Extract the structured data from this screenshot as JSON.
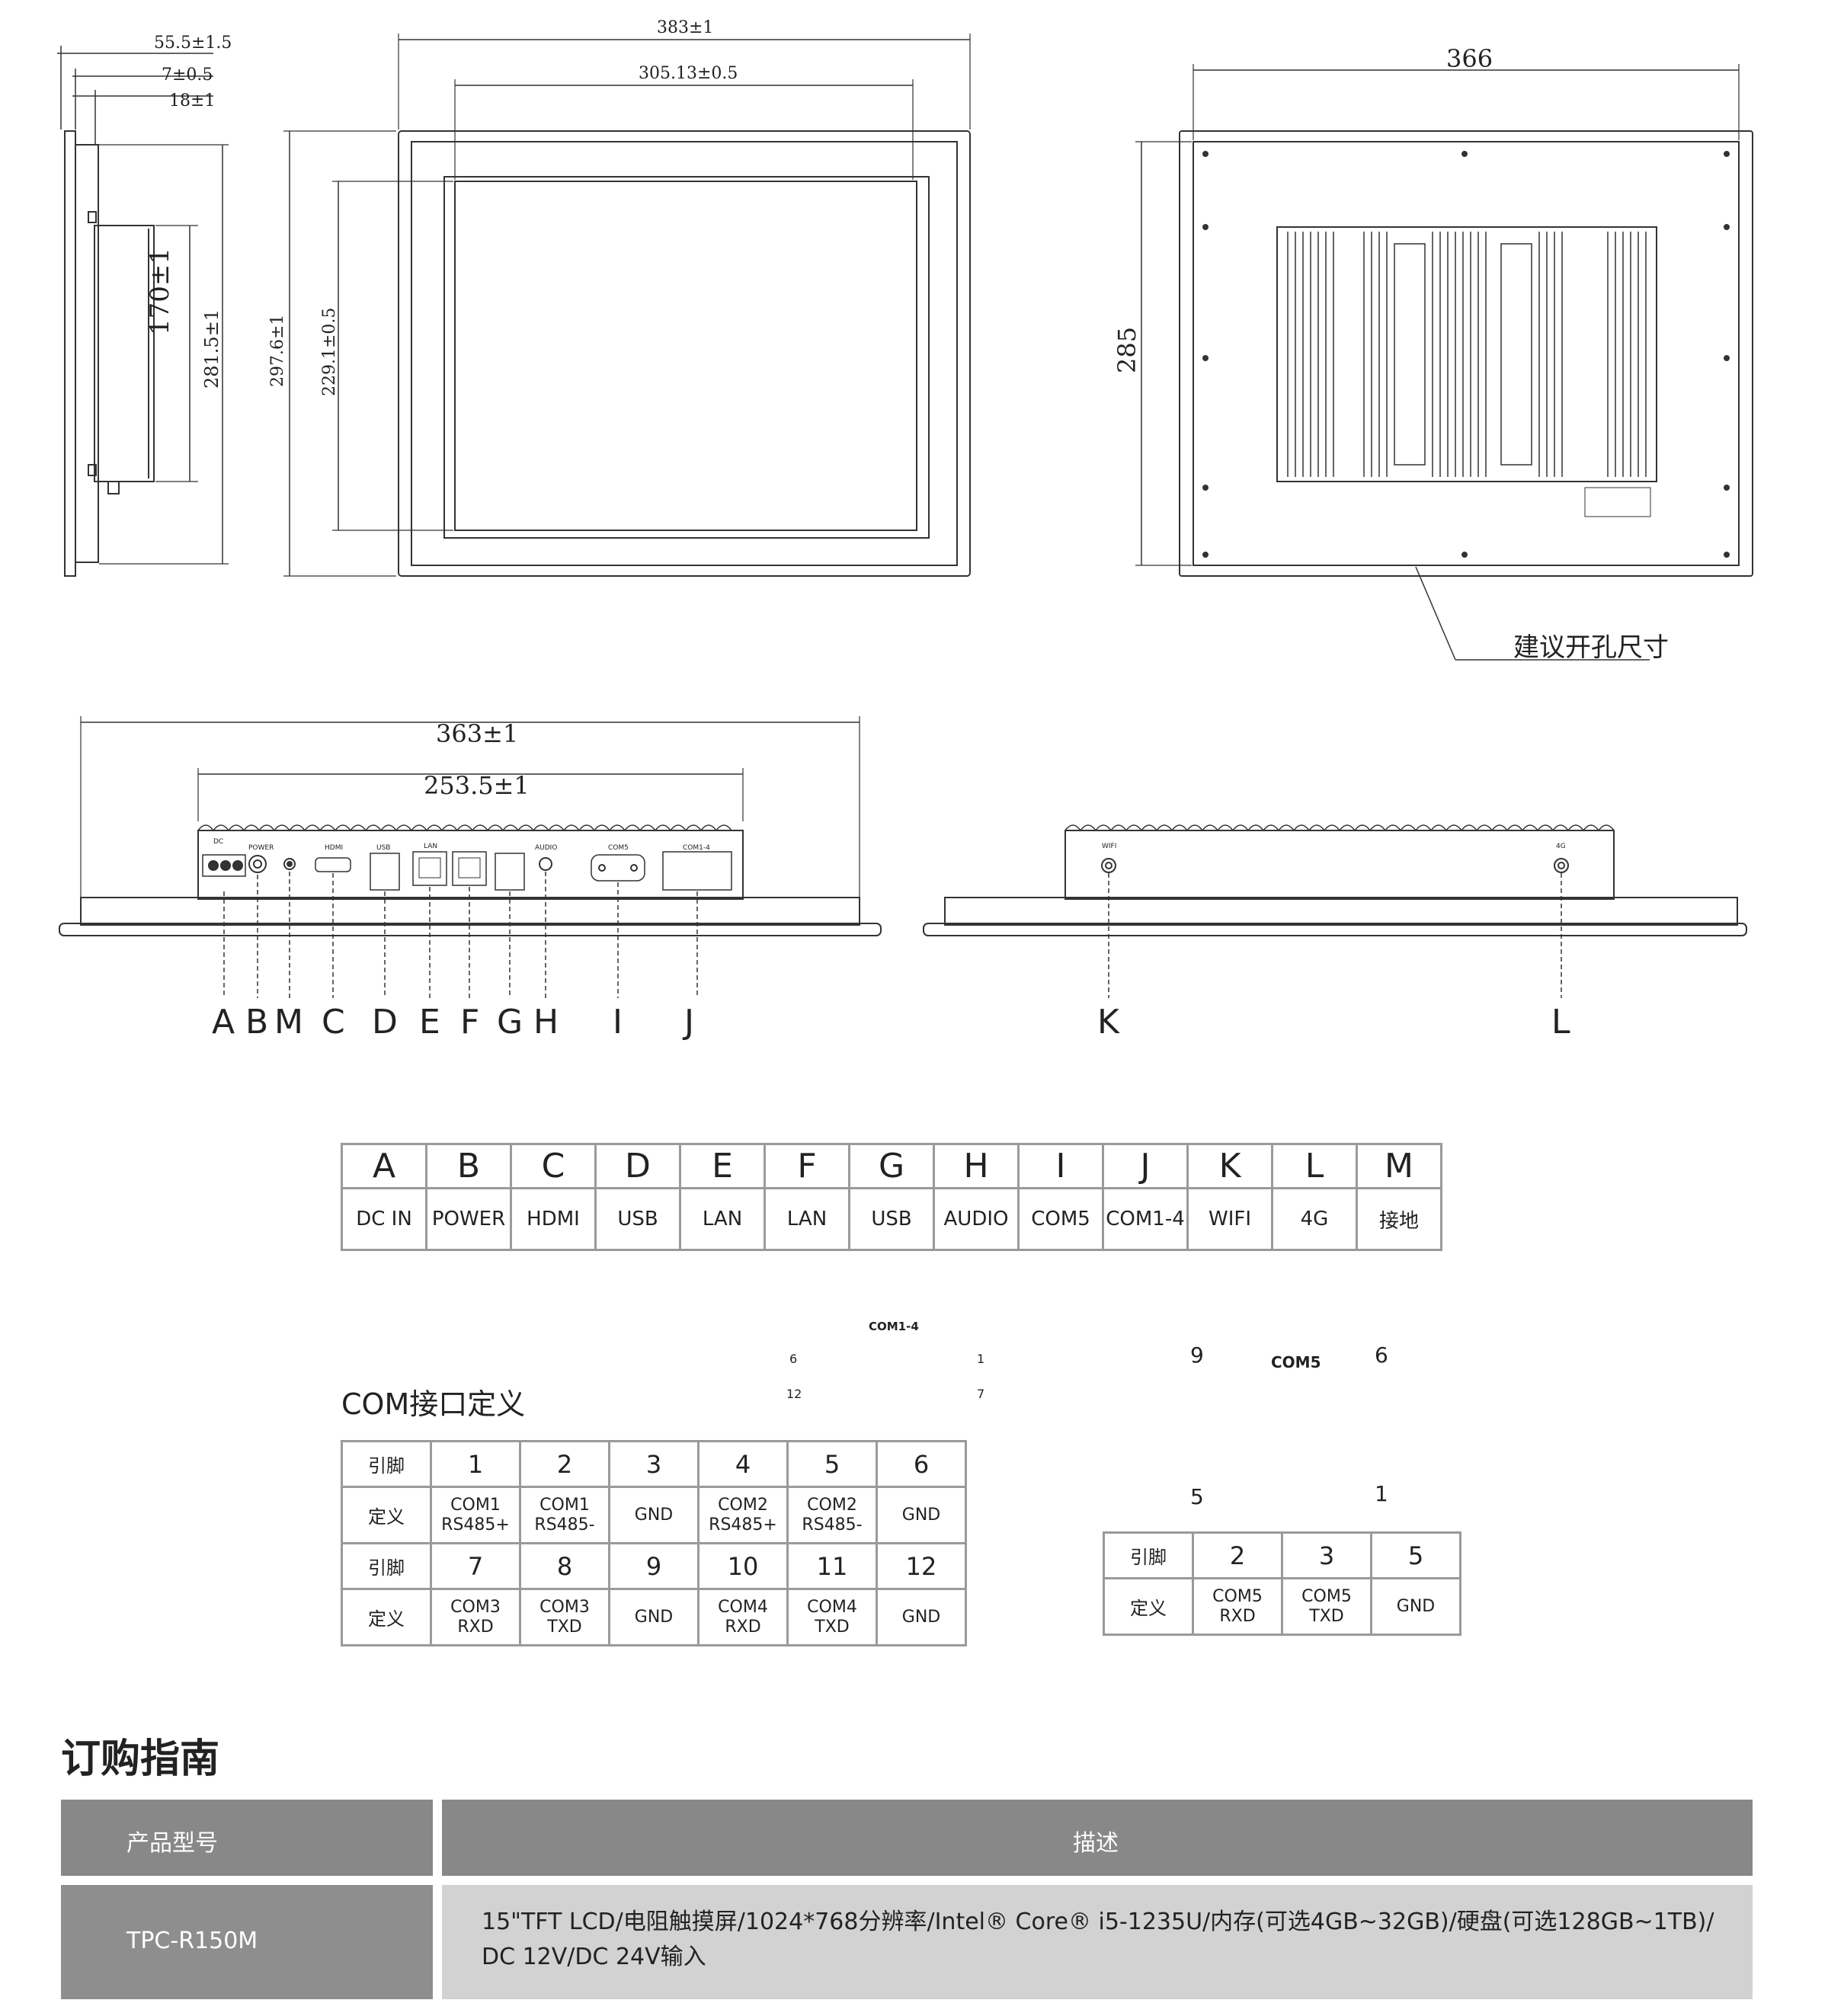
{
  "dimensions": {
    "side_view": [
      "55.5±1.5",
      "7±0.5",
      "18±1",
      "170±1",
      "281.5±1"
    ],
    "front_view": {
      "width_outer": "383±1",
      "width_inner": "305.13±0.5",
      "height_outer": "297.6±1",
      "height_inner": "229.1±0.5"
    },
    "back_view": {
      "width": "366",
      "height": "285",
      "cutout_note": "建议开孔尺寸"
    },
    "bottom_view": {
      "width_outer": "363±1",
      "width_inner": "253.5±1"
    }
  },
  "port_callouts": [
    "A",
    "B",
    "M",
    "C",
    "D",
    "E",
    "F",
    "G",
    "H",
    "I",
    "J",
    "K",
    "L"
  ],
  "panel_labels": {
    "dc": "DC",
    "power": "POWER",
    "hdmi": "HDMI",
    "usb": "USB",
    "lan": "LAN",
    "audio": "AUDIO",
    "com": "COM5",
    "com14": "COM1-4",
    "wifi": "WIFI",
    "g4": "4G"
  },
  "interfaces": {
    "letters": [
      "A",
      "B",
      "C",
      "D",
      "E",
      "F",
      "G",
      "H",
      "I",
      "J",
      "K",
      "L",
      "M"
    ],
    "names": [
      "DC IN",
      "POWER",
      "HDMI",
      "USB",
      "LAN",
      "LAN",
      "USB",
      "AUDIO",
      "COM5",
      "COM1-4",
      "WIFI",
      "4G",
      "接地"
    ]
  },
  "com_section": {
    "title": "COM接口定义",
    "connector14": {
      "label": "COM1-4",
      "pins_left": [
        "6",
        "12"
      ],
      "pins_right": [
        "1",
        "7"
      ]
    },
    "connector5": {
      "label": "COM5",
      "pins": [
        "9",
        "6",
        "5",
        "1"
      ]
    },
    "row_labels": {
      "pin": "引脚",
      "def": "定义"
    },
    "com14_rows": [
      {
        "pins": [
          "1",
          "2",
          "3",
          "4",
          "5",
          "6"
        ],
        "defs": [
          [
            "COM1",
            "RS485+"
          ],
          [
            "COM1",
            "RS485-"
          ],
          [
            "GND",
            ""
          ],
          [
            "COM2",
            "RS485+"
          ],
          [
            "COM2",
            "RS485-"
          ],
          [
            "GND",
            ""
          ]
        ]
      },
      {
        "pins": [
          "7",
          "8",
          "9",
          "10",
          "11",
          "12"
        ],
        "defs": [
          [
            "COM3",
            "RXD"
          ],
          [
            "COM3",
            "TXD"
          ],
          [
            "GND",
            ""
          ],
          [
            "COM4",
            "RXD"
          ],
          [
            "COM4",
            "TXD"
          ],
          [
            "GND",
            ""
          ]
        ]
      }
    ],
    "com5": {
      "pins": [
        "2",
        "3",
        "5"
      ],
      "defs": [
        [
          "COM5",
          "RXD"
        ],
        [
          "COM5",
          "TXD"
        ],
        [
          "GND",
          ""
        ]
      ]
    }
  },
  "ordering": {
    "title": "订购指南",
    "header": {
      "model": "产品型号",
      "description": "描述"
    },
    "rows": [
      {
        "model": "TPC-R150M",
        "desc_line1": "15\"TFT LCD/电阻触摸屏/1024*768分辨率/Intel® Core® i5-1235U/内存(可选4GB~32GB)/硬盘(可选128GB~1TB)/",
        "desc_line2": "DC 12V/DC 24V输入"
      }
    ]
  },
  "colors": {
    "header_bg": "#888888",
    "model_bg": "#8e8e8e",
    "desc_bg": "#d2d2d2",
    "line": "#333333",
    "border": "#9a9a9a"
  }
}
